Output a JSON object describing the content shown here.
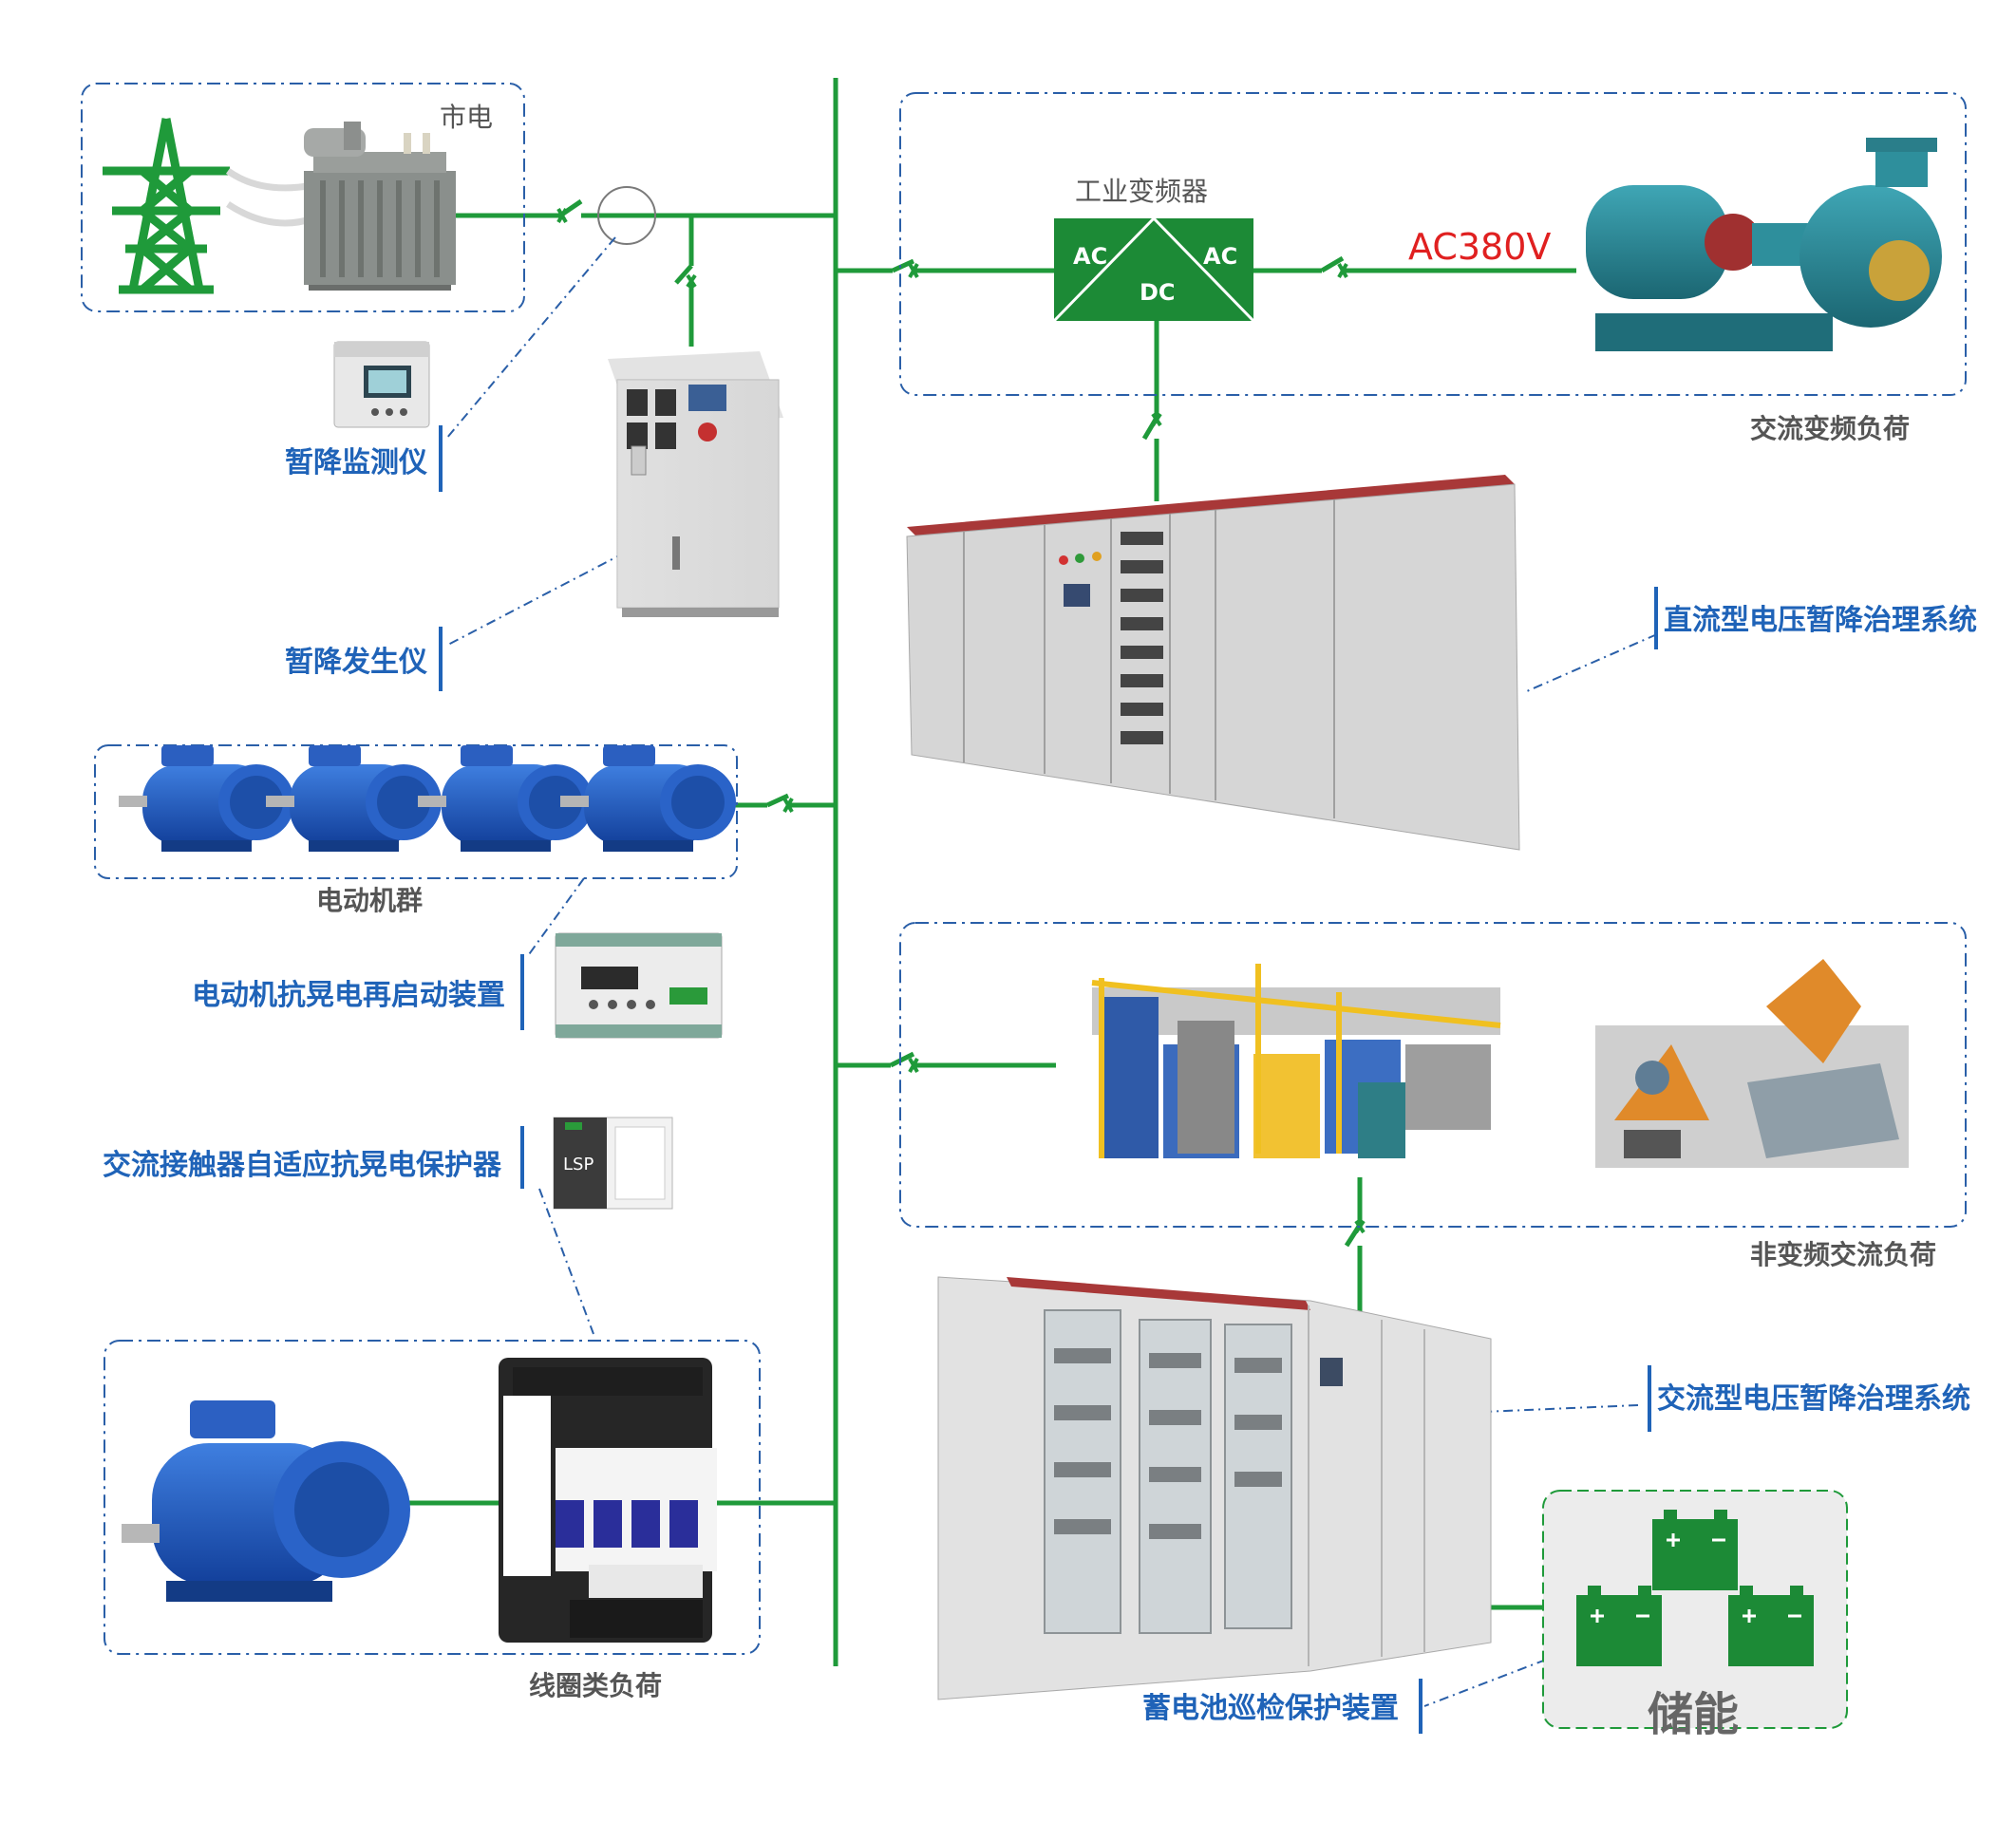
{
  "colors": {
    "line": "#1f9a3a",
    "label_blue": "#1f63b8",
    "label_gray": "#555555",
    "voltage_red": "#e02020",
    "dash_border": "#2a5fa8",
    "battery_green": "#1c8a36"
  },
  "sections": {
    "grid": {
      "label": "市电"
    },
    "vfd_load": {
      "label": "交流变频负荷",
      "converter_title": "工业变频器",
      "voltage": "AC380V"
    },
    "dc_system": {
      "label": "直流型电压暂降治理系统"
    },
    "motor_group": {
      "label": "电动机群"
    },
    "non_vfd_load": {
      "label": "非变频交流负荷"
    },
    "ac_system": {
      "label": "交流型电压暂降治理系统"
    },
    "coil_load": {
      "label": "线圈类负荷"
    },
    "storage": {
      "label": "储能"
    }
  },
  "converter": {
    "ac_in": "AC",
    "ac_out": "AC",
    "dc": "DC"
  },
  "devices": {
    "sag_monitor": "暂降监测仪",
    "sag_generator": "暂降发生仪",
    "motor_restart": "电动机抗晃电再启动装置",
    "contactor_protector": "交流接触器自适应抗晃电保护器",
    "battery_inspection": "蓄电池巡检保护装置"
  },
  "product_text": {
    "lsp": "LSP"
  }
}
